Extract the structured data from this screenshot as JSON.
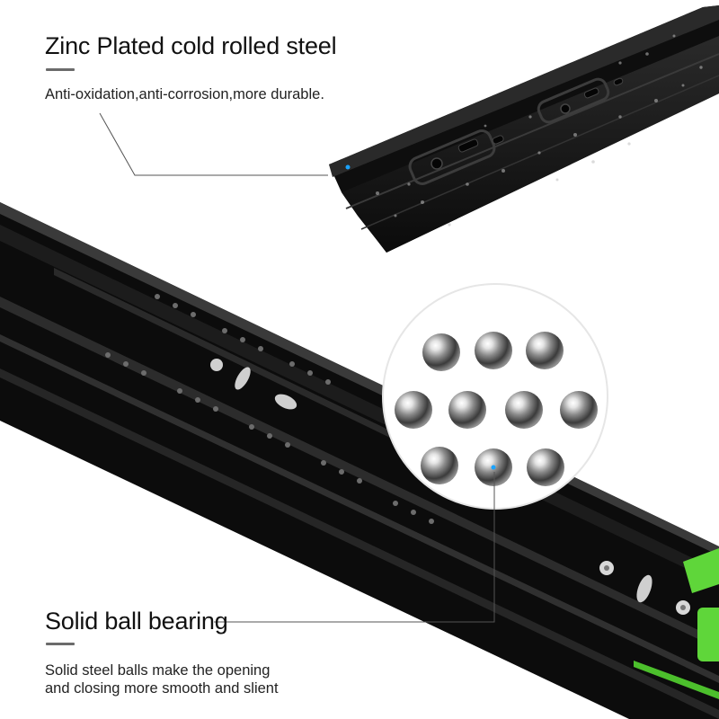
{
  "features": [
    {
      "title": "Zinc Plated cold rolled steel",
      "description": "Anti-oxidation,anti-corrosion,more durable."
    },
    {
      "title": "Solid ball bearing",
      "description_lines": [
        "Solid steel balls make the opening",
        "and closing more smooth and slient"
      ]
    }
  ],
  "colors": {
    "text": "#111111",
    "accent_bar": "#6b6b6b",
    "leader_line": "#555555",
    "rail": "#111111",
    "highlight_green": "#5fd63a",
    "indicator_blue": "#1aa3ff"
  },
  "images": {
    "top_product": "zinc-plated-rail-closeup",
    "main_product": "drawer-slide-rail",
    "magnifier": "steel-balls-magnifier"
  }
}
